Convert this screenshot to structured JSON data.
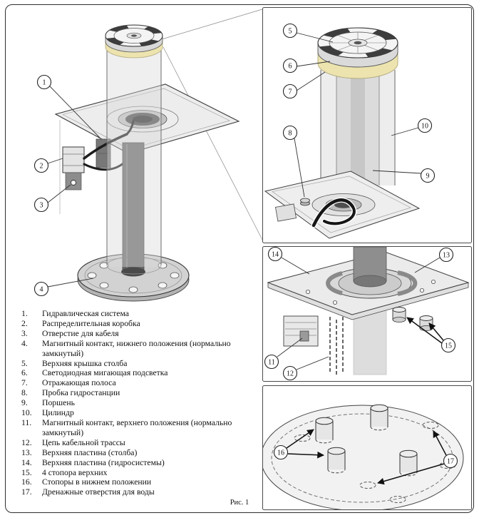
{
  "figure": {
    "caption": "Рис. 1"
  },
  "callouts": {
    "c1": "1",
    "c2": "2",
    "c3": "3",
    "c4": "4",
    "c5": "5",
    "c6": "6",
    "c7": "7",
    "c8": "8",
    "c9": "9",
    "c10": "10",
    "c11": "11",
    "c12": "12",
    "c13": "13",
    "c14": "14",
    "c15": "15",
    "c16": "16",
    "c17": "17"
  },
  "legend": {
    "items": [
      {
        "num": "1.",
        "text": "Гидравлическая система"
      },
      {
        "num": "2.",
        "text": "Распределительная коробка"
      },
      {
        "num": "3.",
        "text": "Отверстие для кабеля"
      },
      {
        "num": "4.",
        "text": "Магнитный контакт, нижнего положения (нормально замкнутый)"
      },
      {
        "num": "5.",
        "text": "Верхняя крышка столба"
      },
      {
        "num": "6.",
        "text": "Светодиодная мигающая подсветка"
      },
      {
        "num": "7.",
        "text": "Отражающая полоса"
      },
      {
        "num": "8.",
        "text": "Пробка гидростанции"
      },
      {
        "num": "9.",
        "text": "Поршень"
      },
      {
        "num": "10.",
        "text": "Цилиндр"
      },
      {
        "num": "11.",
        "text": "Магнитный контакт, верхнего положения (нормально замкнутый)"
      },
      {
        "num": "12.",
        "text": "Цепь кабельной трассы"
      },
      {
        "num": "13.",
        "text": "Верхняя пластина (столба)"
      },
      {
        "num": "14.",
        "text": "Верхняя пластина (гидросистемы)"
      },
      {
        "num": "15.",
        "text": "4 стопора верхних"
      },
      {
        "num": "16.",
        "text": "Стопоры в нижнем положении"
      },
      {
        "num": "17.",
        "text": "Дренажные отверстия для воды"
      }
    ]
  }
}
